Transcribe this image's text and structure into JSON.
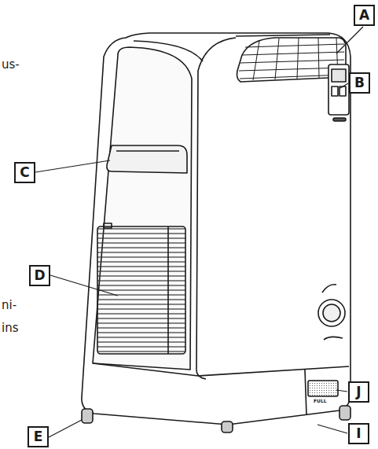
{
  "diagram": {
    "nodes": [
      {
        "text": [
          "A"
        ]
      },
      {
        "text": [
          "B"
        ]
      },
      {
        "text": [
          "C"
        ]
      },
      {
        "text": [
          "D"
        ]
      },
      {
        "text": [
          "J"
        ]
      },
      {
        "text": [
          "I"
        ]
      },
      {
        "text": [
          "E"
        ]
      }
    ],
    "labels": [
      "us-",
      "ni-",
      "ins",
      "FULL"
    ]
  }
}
